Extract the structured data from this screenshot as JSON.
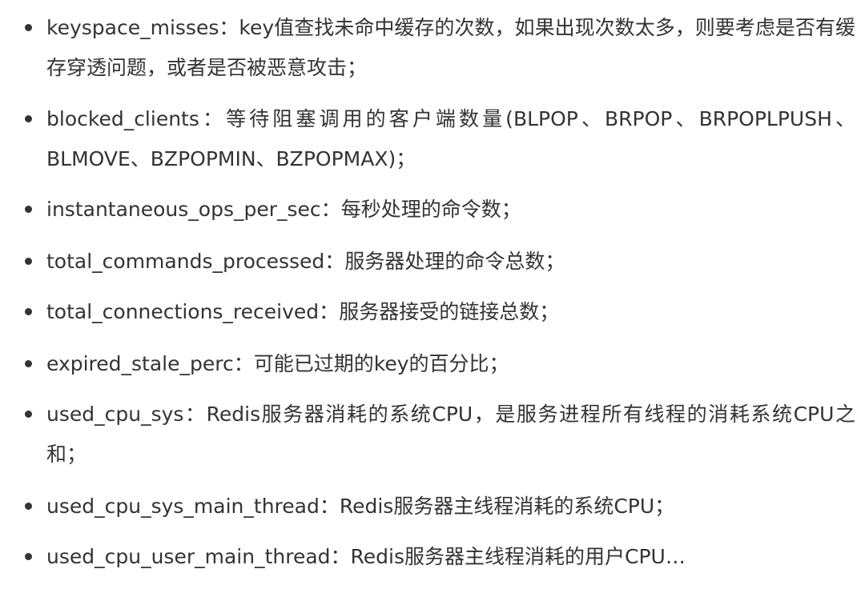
{
  "items": [
    {
      "key": "keyspace_misses",
      "sep": "：",
      "desc": "key值查找未命中缓存的次数，如果出现次数太多，则要考虑是否有缓存穿透问题，或者是否被恶意攻击；"
    },
    {
      "key": "blocked_clients",
      "sep": "：",
      "desc": "等待阻塞调用的客户端数量(BLPOP、BRPOP、BRPOPLPUSH、BLMOVE、BZPOPMIN、BZPOPMAX)；"
    },
    {
      "key": "instantaneous_ops_per_sec",
      "sep": "：",
      "desc": "每秒处理的命令数；"
    },
    {
      "key": "total_commands_processed",
      "sep": "：",
      "desc": "服务器处理的命令总数；"
    },
    {
      "key": "total_connections_received",
      "sep": "：",
      "desc": "服务器接受的链接总数；"
    },
    {
      "key": "expired_stale_perc",
      "sep": "：",
      "desc": "可能已过期的key的百分比；"
    },
    {
      "key": "used_cpu_sys",
      "sep": "：",
      "desc": "Redis服务器消耗的系统CPU，是服务进程所有线程的消耗系统CPU之和；"
    },
    {
      "key": "used_cpu_sys_main_thread",
      "sep": "：",
      "desc": "Redis服务器主线程消耗的系统CPU；"
    },
    {
      "key": "used_cpu_user_main_thread",
      "sep": "：",
      "desc": "Redis服务器主线程消耗的用户CPU…"
    }
  ]
}
